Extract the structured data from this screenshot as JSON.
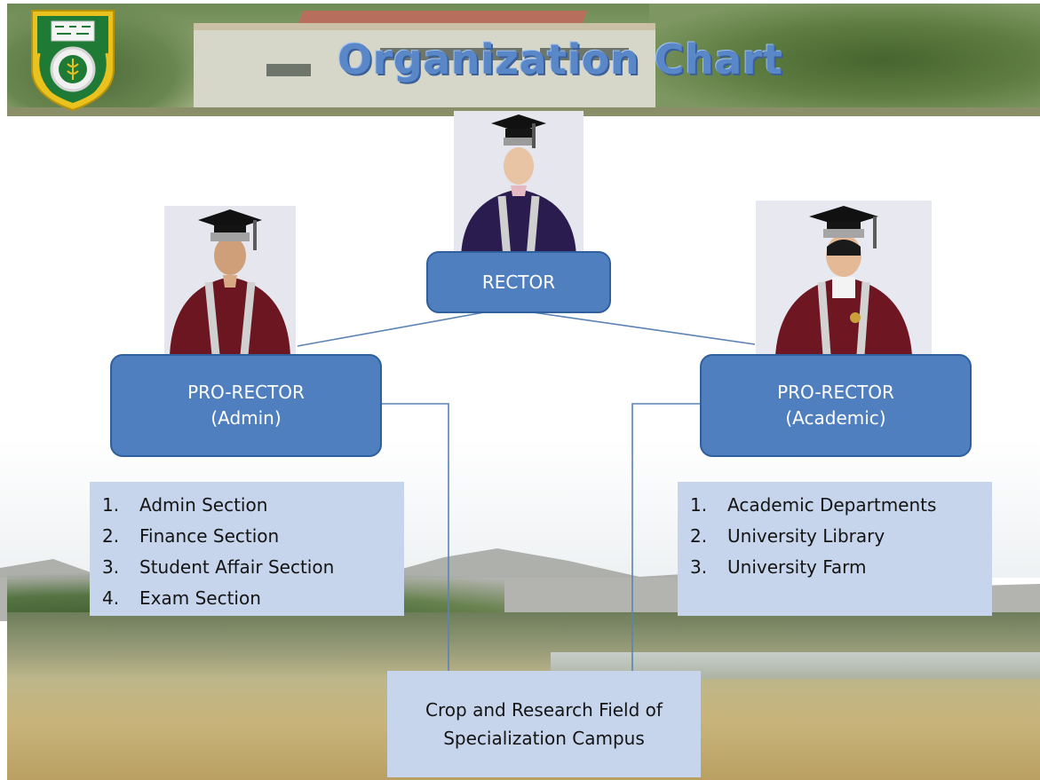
{
  "title": "Organization Chart",
  "rector": {
    "label": "RECTOR"
  },
  "pro_rector_admin": {
    "line1": "PRO-RECTOR",
    "line2": "(Admin)",
    "items": [
      {
        "num": "1.",
        "label": "Admin Section"
      },
      {
        "num": "2.",
        "label": "Finance Section"
      },
      {
        "num": "3.",
        "label": "Student Affair Section"
      },
      {
        "num": "4.",
        "label": "Exam Section"
      }
    ]
  },
  "pro_rector_academic": {
    "line1": "PRO-RECTOR",
    "line2": "(Academic)",
    "items": [
      {
        "num": "1.",
        "label": "Academic Departments"
      },
      {
        "num": "2.",
        "label": "University Library"
      },
      {
        "num": "3.",
        "label": "University Farm"
      }
    ]
  },
  "campus": {
    "line1": "Crop and Research Field of",
    "line2": "Specialization Campus"
  },
  "colors": {
    "box_fill": "#4f7fbf",
    "box_border": "#2f5f9c",
    "list_fill": "#c6d5ec",
    "title": "#5a87c7",
    "connector": "#5b82b5"
  },
  "icons": [
    "university-logo-icon",
    "graduation-cap-icon"
  ]
}
